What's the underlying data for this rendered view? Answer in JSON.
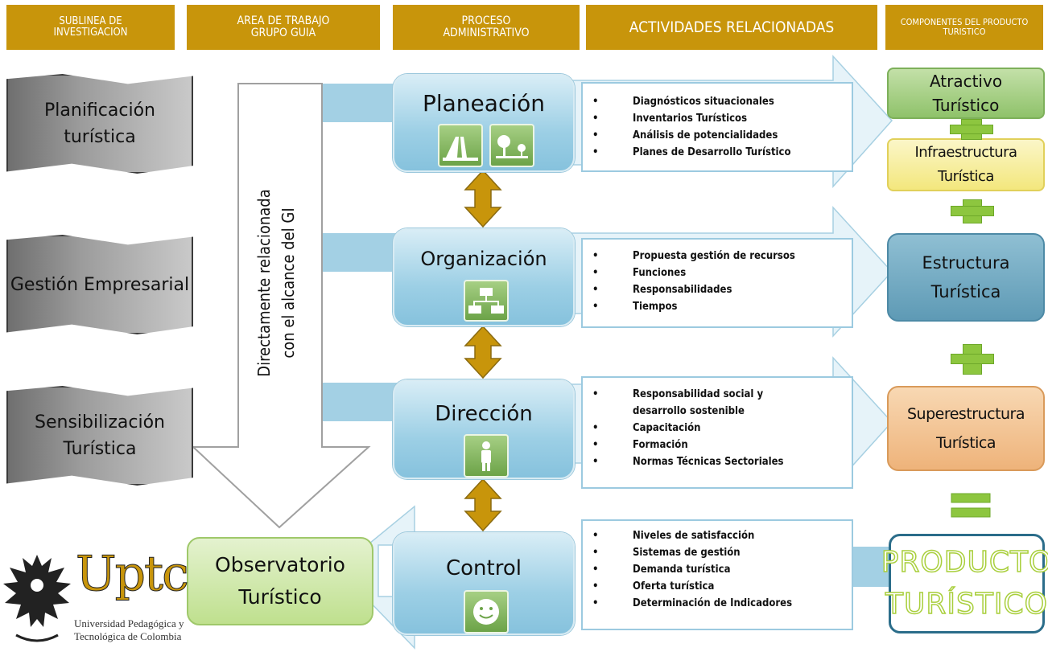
{
  "headers": {
    "sublinea": "SUBLINEA DE\nINVESTIGACION",
    "area": "AREA DE TRABAJO\nGRUPO GUIA",
    "proceso": "PROCESO\nADMINISTRATIVO",
    "actividades": "ACTIVIDADES RELACIONADAS",
    "componentes": "COMPONENTES DEL PRODUCTO\nTURISTICO"
  },
  "sublines": {
    "planificacion": "Planificación\nturística",
    "gestion": "Gestión Empresarial",
    "sensibilizacion": "Sensibilización\nTurística"
  },
  "arrow_text": "Directamente relacionada\ncon el alcance del GI",
  "processes": {
    "planeacion": "Planeación",
    "organizacion": "Organización",
    "direccion": "Dirección",
    "control": "Control"
  },
  "activities": {
    "planeacion": [
      "Diagnósticos situacionales",
      "Inventarios Turísticos",
      "Análisis de potencialidades",
      "Planes de Desarrollo Turístico"
    ],
    "organizacion": [
      "Propuesta gestión de recursos",
      "Funciones",
      "Responsabilidades",
      "Tiempos"
    ],
    "direccion": [
      "Responsabilidad social y\ndesarrollo sostenible",
      "Capacitación",
      "Formación",
      "Normas Técnicas Sectoriales"
    ],
    "control": [
      "Niveles de satisfacción",
      "Sistemas de gestión",
      "Demanda turística",
      "Oferta turística",
      "Determinación de Indicadores"
    ]
  },
  "bullet": "•",
  "components": {
    "atractivo": "Atractivo\nTurístico",
    "infraestructura": "Infraestructura\nTurística",
    "estructura": "Estructura\nTurística",
    "superestructura": "Superestructura\nTurística",
    "producto": "PRODUCTO\nTURÍSTICO"
  },
  "observatorio": "Observatorio\nTurístico",
  "logo": {
    "brand": "Uptc",
    "university": "Universidad Pedagógica y\nTecnológica de Colombia"
  },
  "colors": {
    "header": "#c8950b",
    "process_blue": "#9ccfe5",
    "connector": "#c8950b",
    "plus_green": "#8dc63f",
    "atractivo": "#a6cf84",
    "infraestructura": "#f6ec9a",
    "estructura": "#6ea9c2",
    "superestructura": "#f2c08c",
    "observatorio": "#cfe8a9",
    "producto_text": "#d4ea6a"
  },
  "icons": [
    "waterfall-icon",
    "tree-icon",
    "org-chart-icon",
    "person-icon",
    "smiley-icon"
  ]
}
